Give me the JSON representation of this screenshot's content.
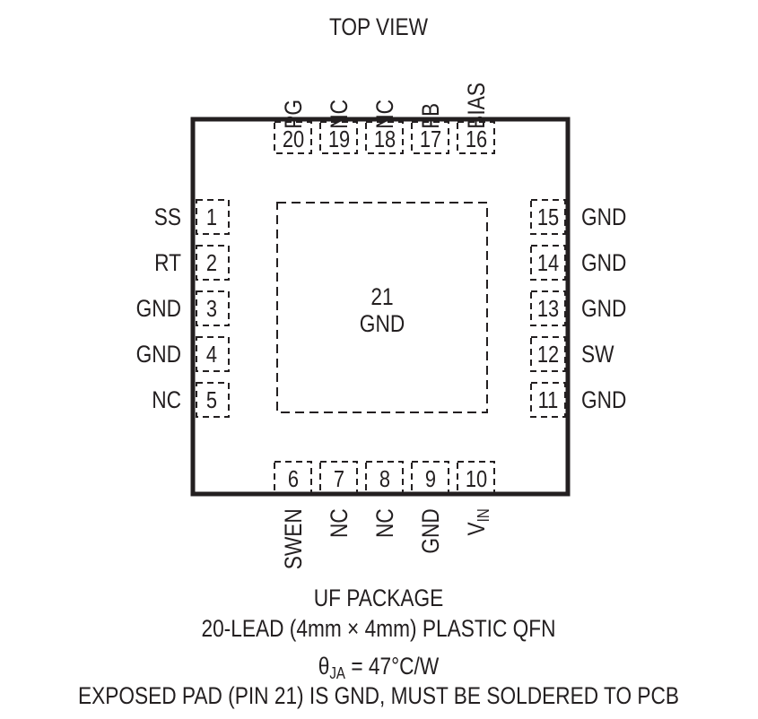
{
  "view_title": "TOP VIEW",
  "package": {
    "name": "UF PACKAGE",
    "description": "20-LEAD (4mm × 4mm) PLASTIC QFN",
    "theta_symbol": "θ",
    "theta_sub": "JA",
    "theta_value": " = 47°C/W",
    "note": "EXPOSED PAD (PIN 21) IS GND, MUST BE SOLDERED TO PCB"
  },
  "exposed_pad": {
    "number": "21",
    "name": "GND"
  },
  "pins_left": [
    {
      "num": "1",
      "name": "SS"
    },
    {
      "num": "2",
      "name": "RT"
    },
    {
      "num": "3",
      "name": "GND"
    },
    {
      "num": "4",
      "name": "GND"
    },
    {
      "num": "5",
      "name": "NC"
    }
  ],
  "pins_bottom": [
    {
      "num": "6",
      "name": "SWEN"
    },
    {
      "num": "7",
      "name": "NC"
    },
    {
      "num": "8",
      "name": "NC"
    },
    {
      "num": "9",
      "name": "GND"
    },
    {
      "num": "10",
      "name": "V",
      "name_sub": "IN"
    }
  ],
  "pins_right": [
    {
      "num": "15",
      "name": "GND"
    },
    {
      "num": "14",
      "name": "GND"
    },
    {
      "num": "13",
      "name": "GND"
    },
    {
      "num": "12",
      "name": "SW"
    },
    {
      "num": "11",
      "name": "GND"
    }
  ],
  "pins_top": [
    {
      "num": "20",
      "name": "PG"
    },
    {
      "num": "19",
      "name": "NC"
    },
    {
      "num": "18",
      "name": "NC"
    },
    {
      "num": "17",
      "name": "FB"
    },
    {
      "num": "16",
      "name": "BIAS"
    }
  ]
}
